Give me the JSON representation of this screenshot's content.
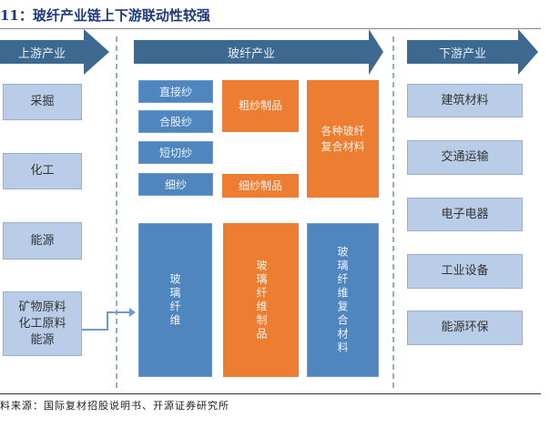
{
  "title": "11：玻纤产业链上下游联动性较强",
  "stages": {
    "upstream": "上游产业",
    "middle": "玻纤产业",
    "downstream": "下游产业"
  },
  "upstream_items": [
    "采掘",
    "化工",
    "能源",
    "矿物原料\n化工原料\n能源"
  ],
  "yarns": [
    "直接纱",
    "合股纱",
    "短切纱",
    "细纱"
  ],
  "products": {
    "roving": "粗纱制品",
    "fine": "细纱制品",
    "composite": "各种玻纤复合材料"
  },
  "main": {
    "fiber": "玻璃纤维",
    "fiber_products": "玻璃纤维制品",
    "composites": "玻璃纤维复合材料"
  },
  "downstream_items": [
    "建筑材料",
    "交通运输",
    "电子电器",
    "工业设备",
    "能源环保"
  ],
  "source": "料来源：国际复材招股说明书、开源证券研究所",
  "colors": {
    "arrow": "#3D6890",
    "blue": "#4F86BE",
    "orange": "#ED7D31",
    "light": "#B9CDE8"
  }
}
